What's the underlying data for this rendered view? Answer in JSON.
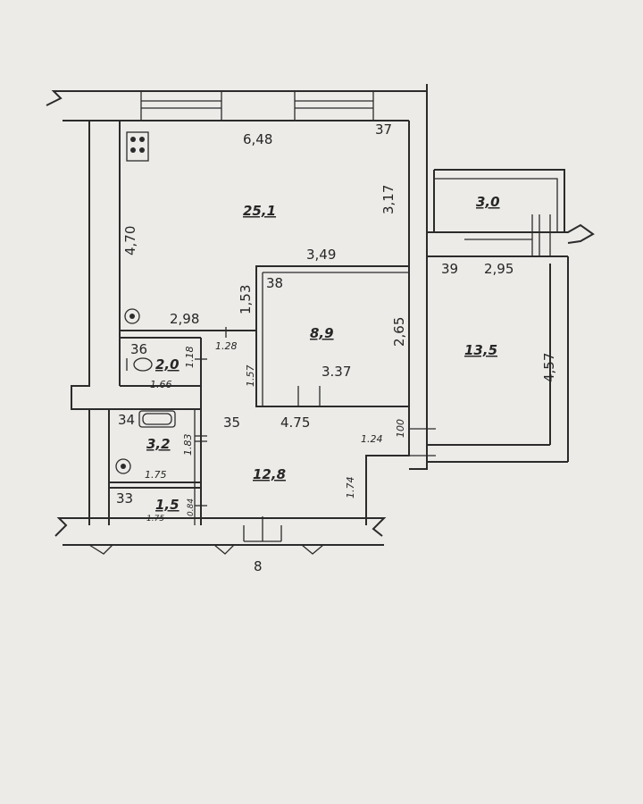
{
  "rooms": [
    {
      "id": "37",
      "area": "25,1",
      "dims": [
        "6,48",
        "4,70",
        "3,17",
        "3,49",
        "2,98",
        "1,53"
      ]
    },
    {
      "id": "38",
      "area": "8,9",
      "dims": [
        "2,65",
        "3.37",
        "1.57"
      ]
    },
    {
      "id": "39",
      "area": "13,5",
      "dims": [
        "2,95",
        "4,57"
      ]
    },
    {
      "id": "36",
      "area": "2,0",
      "dims": [
        "1.18",
        "1.66",
        "1.28"
      ]
    },
    {
      "id": "35",
      "area": "12,8",
      "dims": [
        "4.75",
        "100",
        "1.24",
        "1.74"
      ]
    },
    {
      "id": "34",
      "area": "3,2",
      "dims": [
        "1.83",
        "1.75"
      ]
    },
    {
      "id": "33",
      "area": "1,5",
      "dims": [
        "0.84",
        "1.75"
      ]
    }
  ],
  "balcony": {
    "area": "3,0"
  },
  "entrance": {
    "label": "8"
  },
  "icons": [
    "stove-icon",
    "sink-icon",
    "toilet-icon",
    "bathtub-icon",
    "washbasin-icon",
    "door-icon"
  ],
  "colors": {
    "paper": "#ecebe8",
    "ink": "#2b2b2b"
  }
}
